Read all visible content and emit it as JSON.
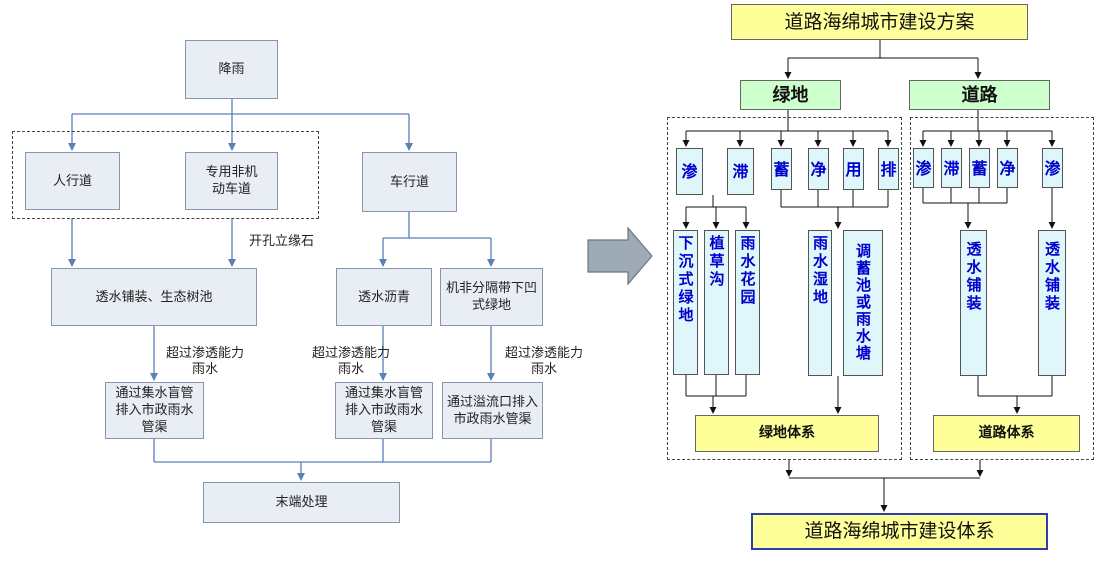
{
  "left_flow": {
    "rain": "降雨",
    "sidewalk": "人行道",
    "bike_lane": "专用非机动车道",
    "carriageway": "车行道",
    "curb_note": "开孔立缘石",
    "permeable_paving": "透水铺装、生态树池",
    "permeable_asphalt": "透水沥青",
    "median_greenbelt": "机非分隔带下凹式绿地",
    "excess_note_1": "超过渗透能力雨水",
    "excess_note_2": "超过渗透能力雨水",
    "excess_note_3": "超过渗透能力雨水",
    "drain_pipe_1": "通过集水盲管排入市政雨水管渠",
    "drain_pipe_2": "通过集水盲管排入市政雨水管渠",
    "overflow_inlet": "通过溢流口排入市政雨水管渠",
    "terminal": "末端处理"
  },
  "right_flow": {
    "title": "道路海绵城市建设方案",
    "green_label": "绿地",
    "road_label": "道路",
    "green_funcs": [
      "渗",
      "滞",
      "蓄",
      "净",
      "用",
      "排"
    ],
    "road_funcs": [
      "渗",
      "滞",
      "蓄",
      "净",
      "渗"
    ],
    "green_facilities": [
      "下沉式绿地",
      "植草沟",
      "雨水花园",
      "雨水湿地",
      "调蓄池或雨水塘"
    ],
    "road_facilities": [
      "透水铺装",
      "透水铺装"
    ],
    "green_system": "绿地体系",
    "road_system": "道路体系",
    "bottom": "道路海绵城市建设体系"
  },
  "colors": {
    "box_fill": "#e9edf4",
    "line_blue": "#5b80b8",
    "yellow": "#ffff99",
    "green": "#ccffcc",
    "cyan": "#dff7fb",
    "func_text": "#0000cc"
  }
}
